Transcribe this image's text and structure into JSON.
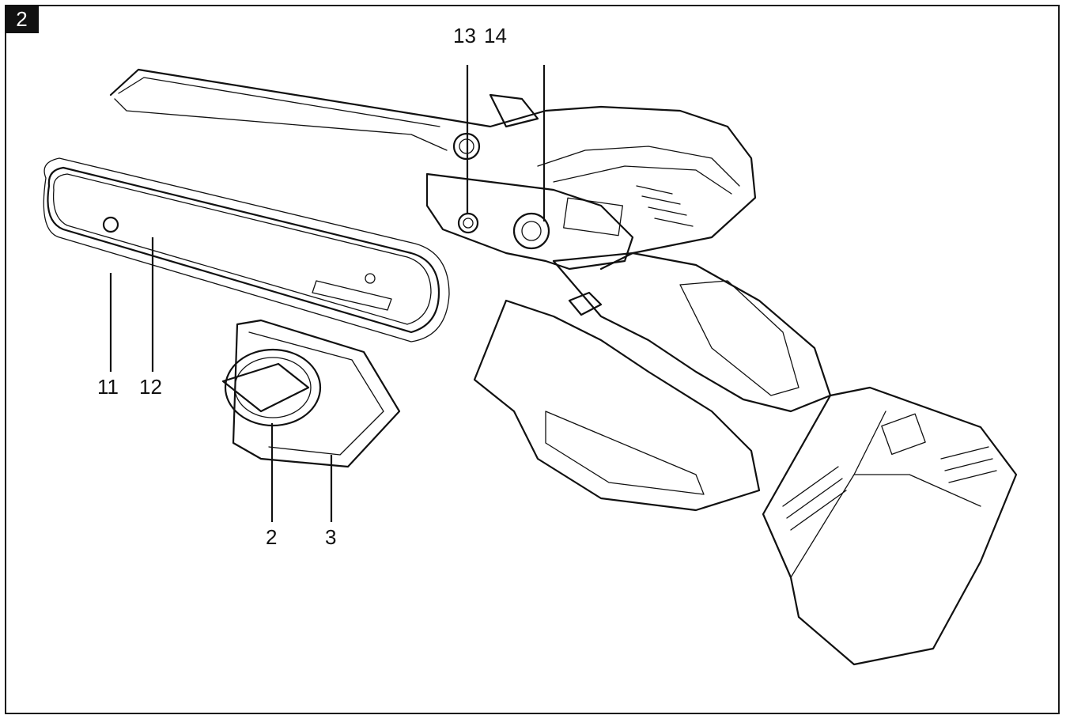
{
  "figure": {
    "number": "2"
  },
  "callouts": {
    "c13": "13",
    "c14": "14",
    "c11": "11",
    "c12": "12",
    "c2": "2",
    "c3": "3"
  },
  "colors": {
    "line": "#111111",
    "background": "#ffffff",
    "badge": "#111111"
  }
}
